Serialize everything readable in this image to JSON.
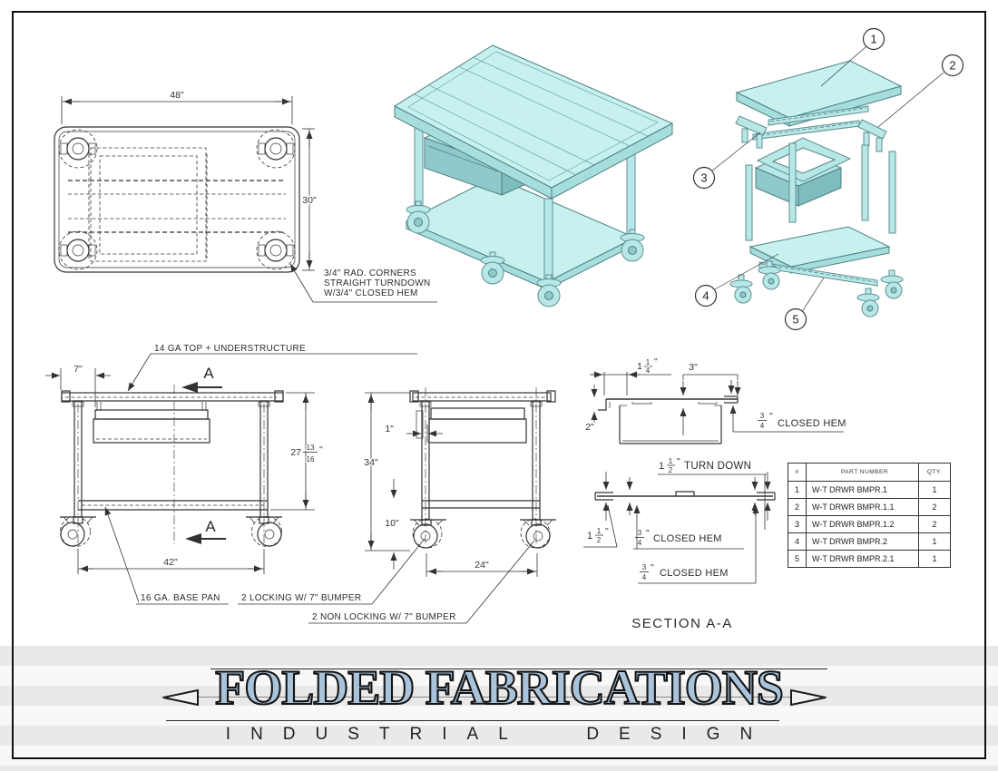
{
  "top_view": {
    "dim_width": "48\"",
    "dim_height": "30\"",
    "corner_note": [
      "3/4\" RAD. CORNERS",
      "STRAIGHT TURNDOWN",
      "W/3/4\" CLOSED HEM"
    ]
  },
  "front_view": {
    "structure_note": "14 GA TOP + UNDERSTRUCTURE",
    "dim_offset": "7\"",
    "section_label": "A",
    "dim_height": {
      "whole": "27",
      "num": "13",
      "den": "16",
      "unit": "\""
    },
    "dim_width": "42\"",
    "base_note": "16 GA. BASE PAN",
    "locking_note": "2 LOCKING W/ 7\" BUMPER",
    "nonlocking_note": "2 NON LOCKING W/ 7\" BUMPER"
  },
  "side_view": {
    "dim_inset": "1\"",
    "dim_height": "34\"",
    "dim_shelf": "10\"",
    "dim_track": "24\""
  },
  "detail_top": {
    "dim_a": {
      "whole": "1",
      "num": "1",
      "den": "4",
      "unit": "\""
    },
    "dim_b": "3\"",
    "dim_c": "2\"",
    "hem": {
      "num": "3",
      "den": "4",
      "unit": "\"",
      "label": "CLOSED HEM"
    }
  },
  "detail_bottom": {
    "turndown": {
      "whole": "1",
      "num": "1",
      "den": "2",
      "unit": "\"",
      "label": "TURN DOWN"
    },
    "dim_left": {
      "whole": "1",
      "num": "1",
      "den": "2",
      "unit": "\""
    },
    "hem_a": {
      "num": "3",
      "den": "4",
      "unit": "\"",
      "label": "CLOSED HEM"
    },
    "hem_b": {
      "num": "3",
      "den": "4",
      "unit": "\"",
      "label": "CLOSED HEM"
    }
  },
  "exploded_view": {
    "balloons": [
      "1",
      "2",
      "3",
      "4",
      "5"
    ]
  },
  "section_title": "SECTION A-A",
  "parts_table": {
    "headers": [
      "#",
      "PART NUMBER",
      "QTY."
    ],
    "rows": [
      [
        "1",
        "W-T DRWR BMPR.1",
        "1"
      ],
      [
        "2",
        "W-T DRWR BMPR.1.1",
        "2"
      ],
      [
        "3",
        "W-T DRWR BMPR.1.2",
        "2"
      ],
      [
        "4",
        "W-T DRWR BMPR.2",
        "1"
      ],
      [
        "5",
        "W-T DRWR BMPR.2.1",
        "1"
      ]
    ]
  },
  "footer": {
    "brand": "FOLDED FABRICATIONS",
    "tagline": "INDUSTRIAL DESIGN"
  },
  "colors": {
    "model_fill": "#c6f1ef",
    "model_shade": "#a6dede",
    "model_dark": "#8fc9cb",
    "model_edge": "#4f8083",
    "line": "#333333",
    "logo_fill": "#aac4dc",
    "stripe": "#e9e9e9"
  }
}
